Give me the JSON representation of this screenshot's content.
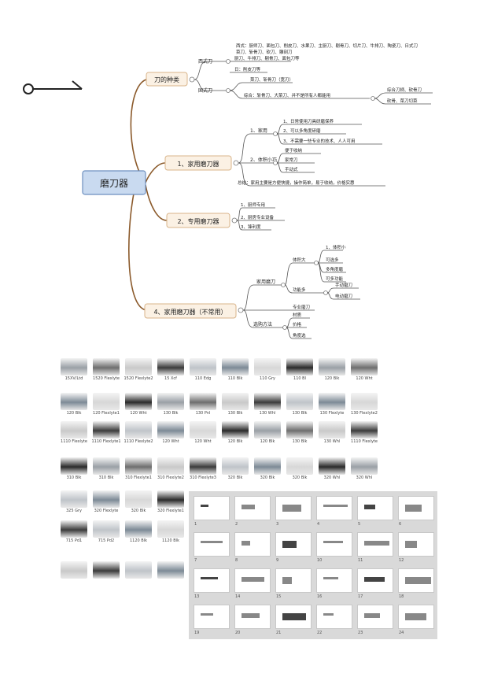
{
  "mindmap": {
    "root": "磨刀器",
    "branches": [
      {
        "label": "刀的种类"
      },
      {
        "label": "1、家用磨刀器"
      },
      {
        "label": "2、专用磨刀器"
      },
      {
        "label": "4、家用磨刀器（不常用）"
      }
    ],
    "knife_types": {
      "top_note_line1": "西式：厨师刀、面包刀、削皮刀、水果刀、主厨刀、剔骨刀、切片刀、牛排刀、陶瓷刀、日式刀",
      "top_note_line2": "菜刀、斩骨刀、砍刀、雕刻刀",
      "western": "西式刀",
      "western_sub": "厨刀、牛排刀、剔骨刀、面包刀等",
      "daily": "日：削皮刀等",
      "chinese": "国式刀",
      "chinese_sub": "菜刀、斩骨刀（宽刃）",
      "mix": "综合：斩骨刀、大菜刀、并不是所有人都能用",
      "mix_right_1": "综合刀柄、砍骨刀",
      "mix_right_2": "砍骨、菜刀切菜"
    },
    "home": {
      "g1": "1、家用",
      "g1_items": [
        "1、日常使用刀具研磨保养",
        "2、可以多角度研磨",
        "3、不需要一些专业的技术、人人可用"
      ],
      "g2": "2、体积小巧",
      "g2_items": [
        "便于收纳",
        "家常刀",
        "手动式"
      ],
      "note": "总结：家用主要是方便快捷，操作简单，易于收纳，价格实惠"
    },
    "special": {
      "items": [
        "1、厨师专用",
        "2、厨房专业设备",
        "3、锋利度"
      ]
    },
    "rare": {
      "a": "家用磨刀",
      "a_items": [
        "体积大",
        "功能多"
      ],
      "a_sub": [
        "1、体积小",
        "可选多",
        "多角度磨",
        "可多功能"
      ],
      "b": "专业磨刀",
      "b_items": [
        "手动磨刀",
        "电动磨刀"
      ],
      "c": "选购方法",
      "c_items": [
        "材质",
        "价格",
        "角度选"
      ]
    }
  },
  "products": [
    "15XV/Ltd",
    "1520 Flexlyte",
    "1520 Flexlyte2",
    "15 Xcf",
    "110 Edg",
    "110 Blk",
    "110 Gry",
    "110 Bl",
    "120 Blk",
    "120 Wht",
    "120 Blk",
    "120 Flexlyte1",
    "120 Wht",
    "130 Blk",
    "130 Pnl",
    "130 Blk",
    "130 Whl",
    "130 Blk",
    "130 Flexlyte",
    "130 Flexlyte2",
    "1110 Flexlyte",
    "1110 Flexlyte1",
    "1110 Flexlyte2",
    "120 Wht",
    "120 Wht",
    "120 Blk",
    "120 Blk",
    "130 Blk",
    "130 Whl",
    "1110 Flexlyte",
    "310 Blk",
    "310 Blk",
    "310 Flexlyte1",
    "310 Flexlyte2",
    "310 Flexlyte3",
    "320 Blk",
    "320 Blk",
    "320 Blk",
    "320 Whl",
    "320 Whl",
    "325 Gry",
    "320 Flexlyte",
    "320 Blk",
    "320 Flexlyte1",
    "715 Pd1",
    "715 Pd2",
    "1120 Blk",
    "1120 Blk",
    "",
    "",
    "",
    ""
  ],
  "slides": [
    "1",
    "2",
    "3",
    "4",
    "5",
    "6",
    "7",
    "8",
    "9",
    "10",
    "11",
    "12",
    "13",
    "14",
    "15",
    "16",
    "17",
    "18",
    "19",
    "20",
    "21",
    "22",
    "23",
    "24"
  ],
  "colors": {
    "root_fill": "#c9daf0",
    "branch_fill": "#fbf1e4",
    "link": "#8b5a2b"
  }
}
